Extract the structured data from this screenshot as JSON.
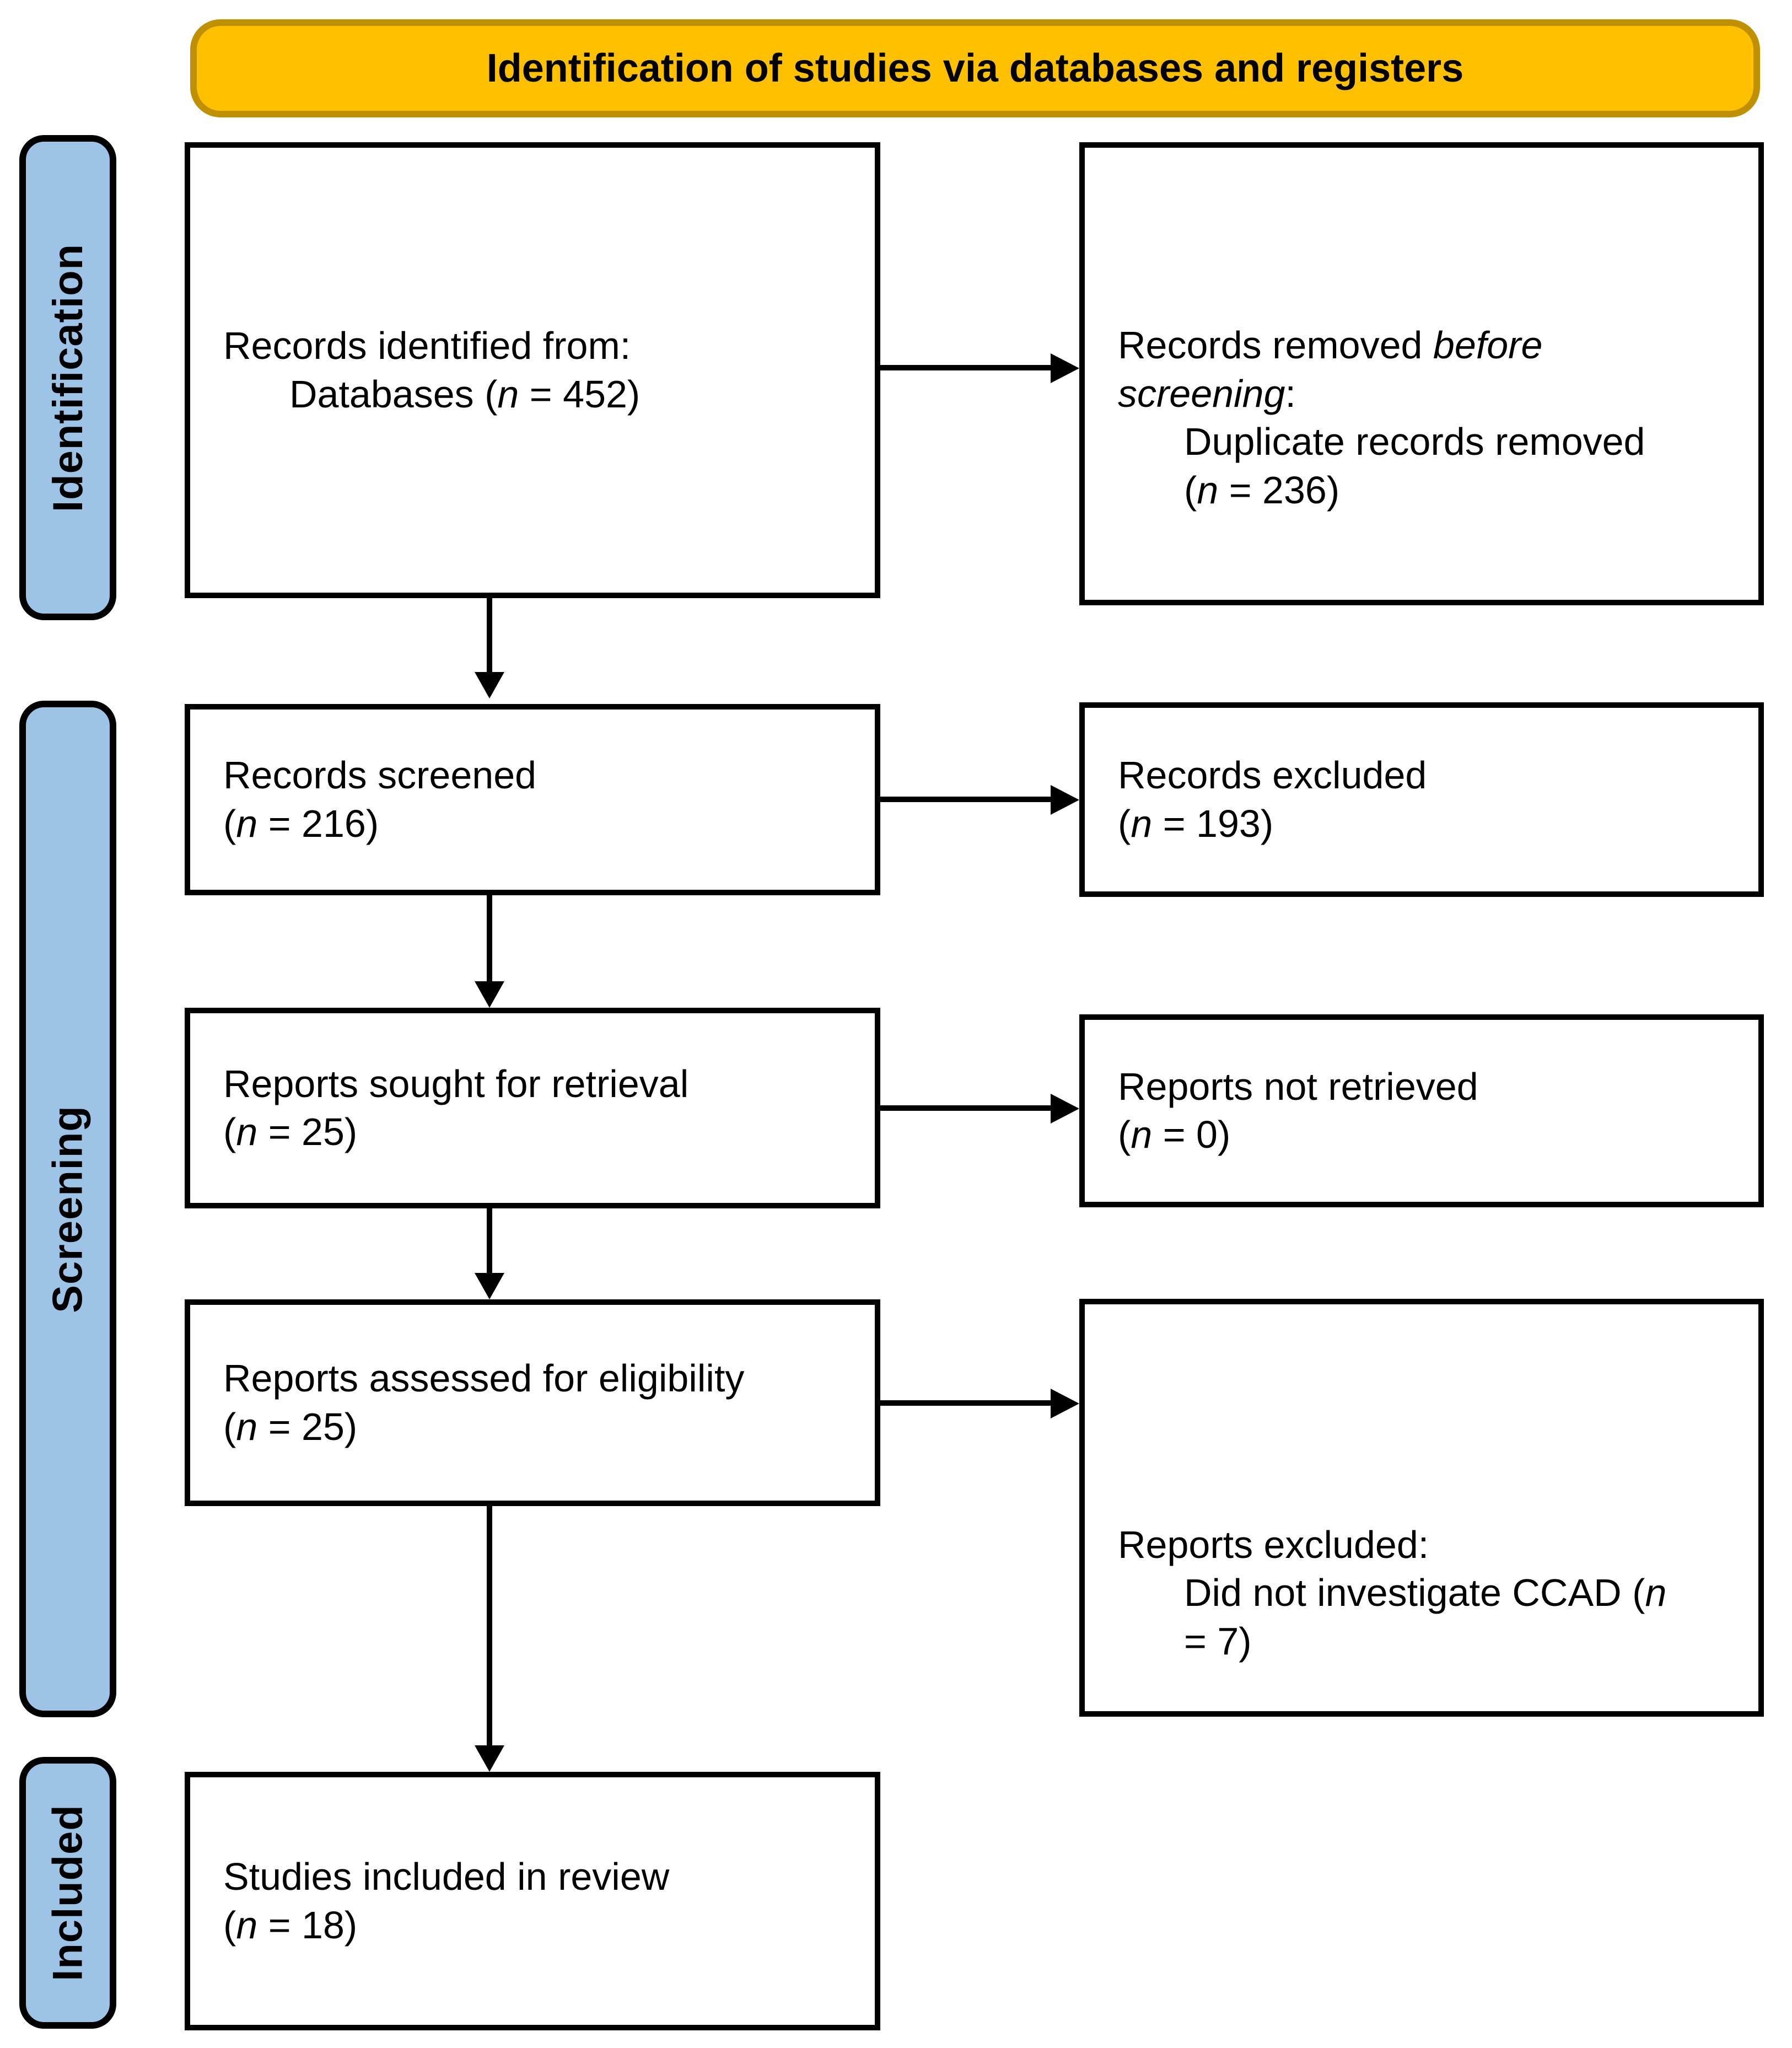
{
  "banner": {
    "label": "Identification of studies via databases and registers",
    "fill": "#FFC000",
    "border_color": "#BF9000"
  },
  "stages": [
    {
      "id": "identification",
      "label": "Identification"
    },
    {
      "id": "screening",
      "label": "Screening"
    },
    {
      "id": "included",
      "label": "Included"
    }
  ],
  "stage_style": {
    "fill": "#9DC3E6",
    "border_color": "#000000"
  },
  "boxes": [
    {
      "id": "records-identified",
      "n": 452,
      "lines": [
        {
          "html": "Records identified from:"
        },
        {
          "html": "Databases (<i>n</i> = 452)",
          "indent": true
        }
      ]
    },
    {
      "id": "records-removed-before-screening",
      "n": 236,
      "lines": [
        {
          "html": "Records removed <i>before</i>"
        },
        {
          "html": "<i>screening</i>:"
        },
        {
          "html": "Duplicate records removed",
          "indent": true
        },
        {
          "html": "(<i>n</i> = 236)",
          "indent": true
        }
      ]
    },
    {
      "id": "records-screened",
      "n": 216,
      "lines": [
        {
          "html": "Records screened"
        },
        {
          "html": "(<i>n</i> = 216)"
        }
      ]
    },
    {
      "id": "records-excluded",
      "n": 193,
      "lines": [
        {
          "html": "Records excluded"
        },
        {
          "html": "(<i>n</i> = 193)"
        }
      ]
    },
    {
      "id": "reports-sought-for-retrieval",
      "n": 25,
      "lines": [
        {
          "html": "Reports sought for retrieval"
        },
        {
          "html": "(<i>n</i> = 25)"
        }
      ]
    },
    {
      "id": "reports-not-retrieved",
      "n": 0,
      "lines": [
        {
          "html": "Reports not retrieved"
        },
        {
          "html": "(<i>n</i> = 0)"
        }
      ]
    },
    {
      "id": "reports-assessed-for-eligibility",
      "n": 25,
      "lines": [
        {
          "html": "Reports assessed for eligibility"
        },
        {
          "html": "(<i>n</i> = 25)"
        }
      ]
    },
    {
      "id": "reports-excluded",
      "n": 7,
      "lines": [
        {
          "html": "Reports excluded:"
        },
        {
          "html": "Did not investigate CCAD (<i>n</i>",
          "indent": true
        },
        {
          "html": "= 7)",
          "indent": true
        }
      ]
    },
    {
      "id": "studies-included-in-review",
      "n": 18,
      "lines": [
        {
          "html": "Studies included in review"
        },
        {
          "html": "(<i>n</i> = 18)"
        }
      ]
    }
  ]
}
